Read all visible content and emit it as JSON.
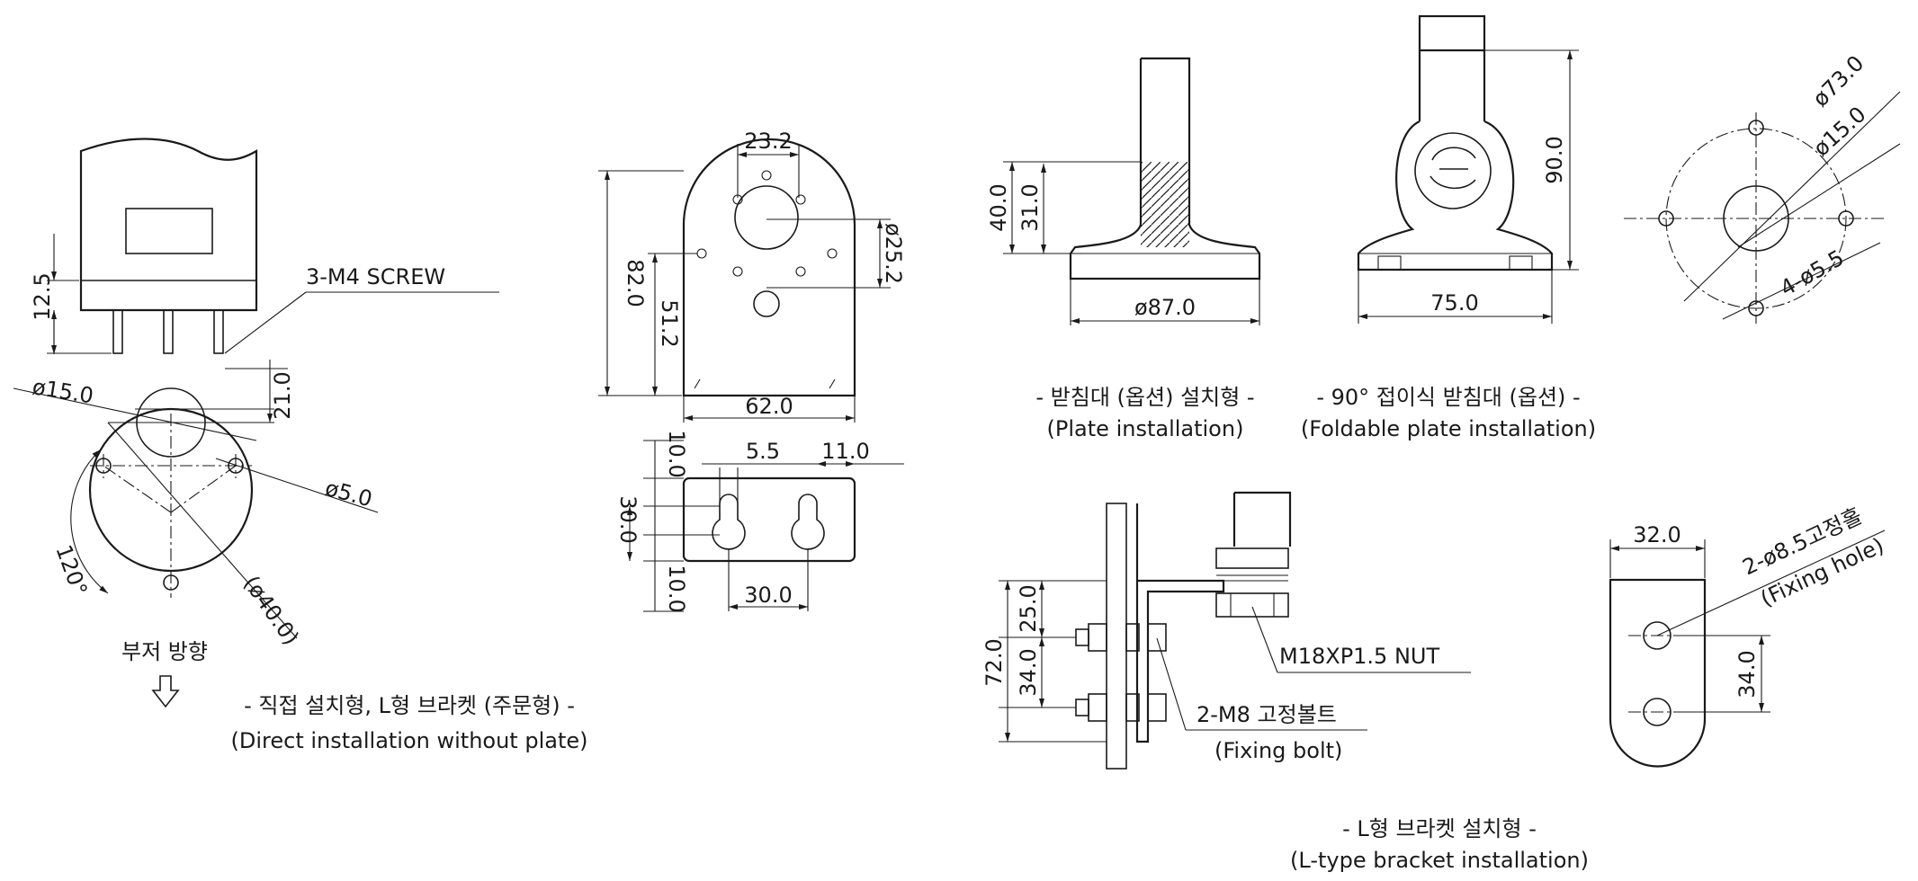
{
  "colors": {
    "ink": "#1a1a1a",
    "background": "#ffffff"
  },
  "direct": {
    "dim_height": "12.5",
    "screw_label": "3-M4  SCREW",
    "dim_dia_small": "ø15.0",
    "dim_21": "21.0",
    "dim_hole": "ø5.0",
    "angle": "120°",
    "pcd": "(ø40.0)",
    "direction_label": "부저  방향",
    "caption_ko": "- 직접 설치형, L형 브라켓 (주문형) -",
    "caption_en": "(Direct installation without plate)"
  },
  "bracket_plate": {
    "dim_23": "23.2",
    "dim_82": "82.0",
    "dim_51": "51.2",
    "dim_25": "ø25.2",
    "dim_62": "62.0",
    "dim_10a": "10.0",
    "dim_30v": "30.0",
    "dim_10b": "10.0",
    "dim_5_5": "5.5",
    "dim_11": "11.0",
    "dim_30h": "30.0"
  },
  "plate_install": {
    "dim_40": "40.0",
    "dim_31": "31.0",
    "dim_87": "ø87.0",
    "caption_ko": "- 받침대 (옵션) 설치형 -",
    "caption_en": "(Plate installation)"
  },
  "foldable": {
    "dim_90": "90.0",
    "dim_75": "75.0",
    "caption_ko": "- 90° 접이식 받침대 (옵션) -",
    "caption_en": "(Foldable plate installation)"
  },
  "hole_pattern": {
    "dim_73": "ø73.0",
    "dim_15": "ø15.0",
    "dim_holes": "4-ø5.5"
  },
  "l_install": {
    "dim_72": "72.0",
    "dim_25": "25.0",
    "dim_34": "34.0",
    "nut_label": "M18XP1.5  NUT",
    "bolt_label": "2-M8  고정볼트",
    "bolt_label_en": "(Fixing bolt)",
    "caption_ko": "- L형 브라켓 설치형 -",
    "caption_en": "(L-type bracket installation)"
  },
  "l_bracket": {
    "dim_32": "32.0",
    "dim_34": "34.0",
    "hole_label": "2-ø8.5고정홀",
    "hole_label_en": "(Fixing hole)"
  }
}
